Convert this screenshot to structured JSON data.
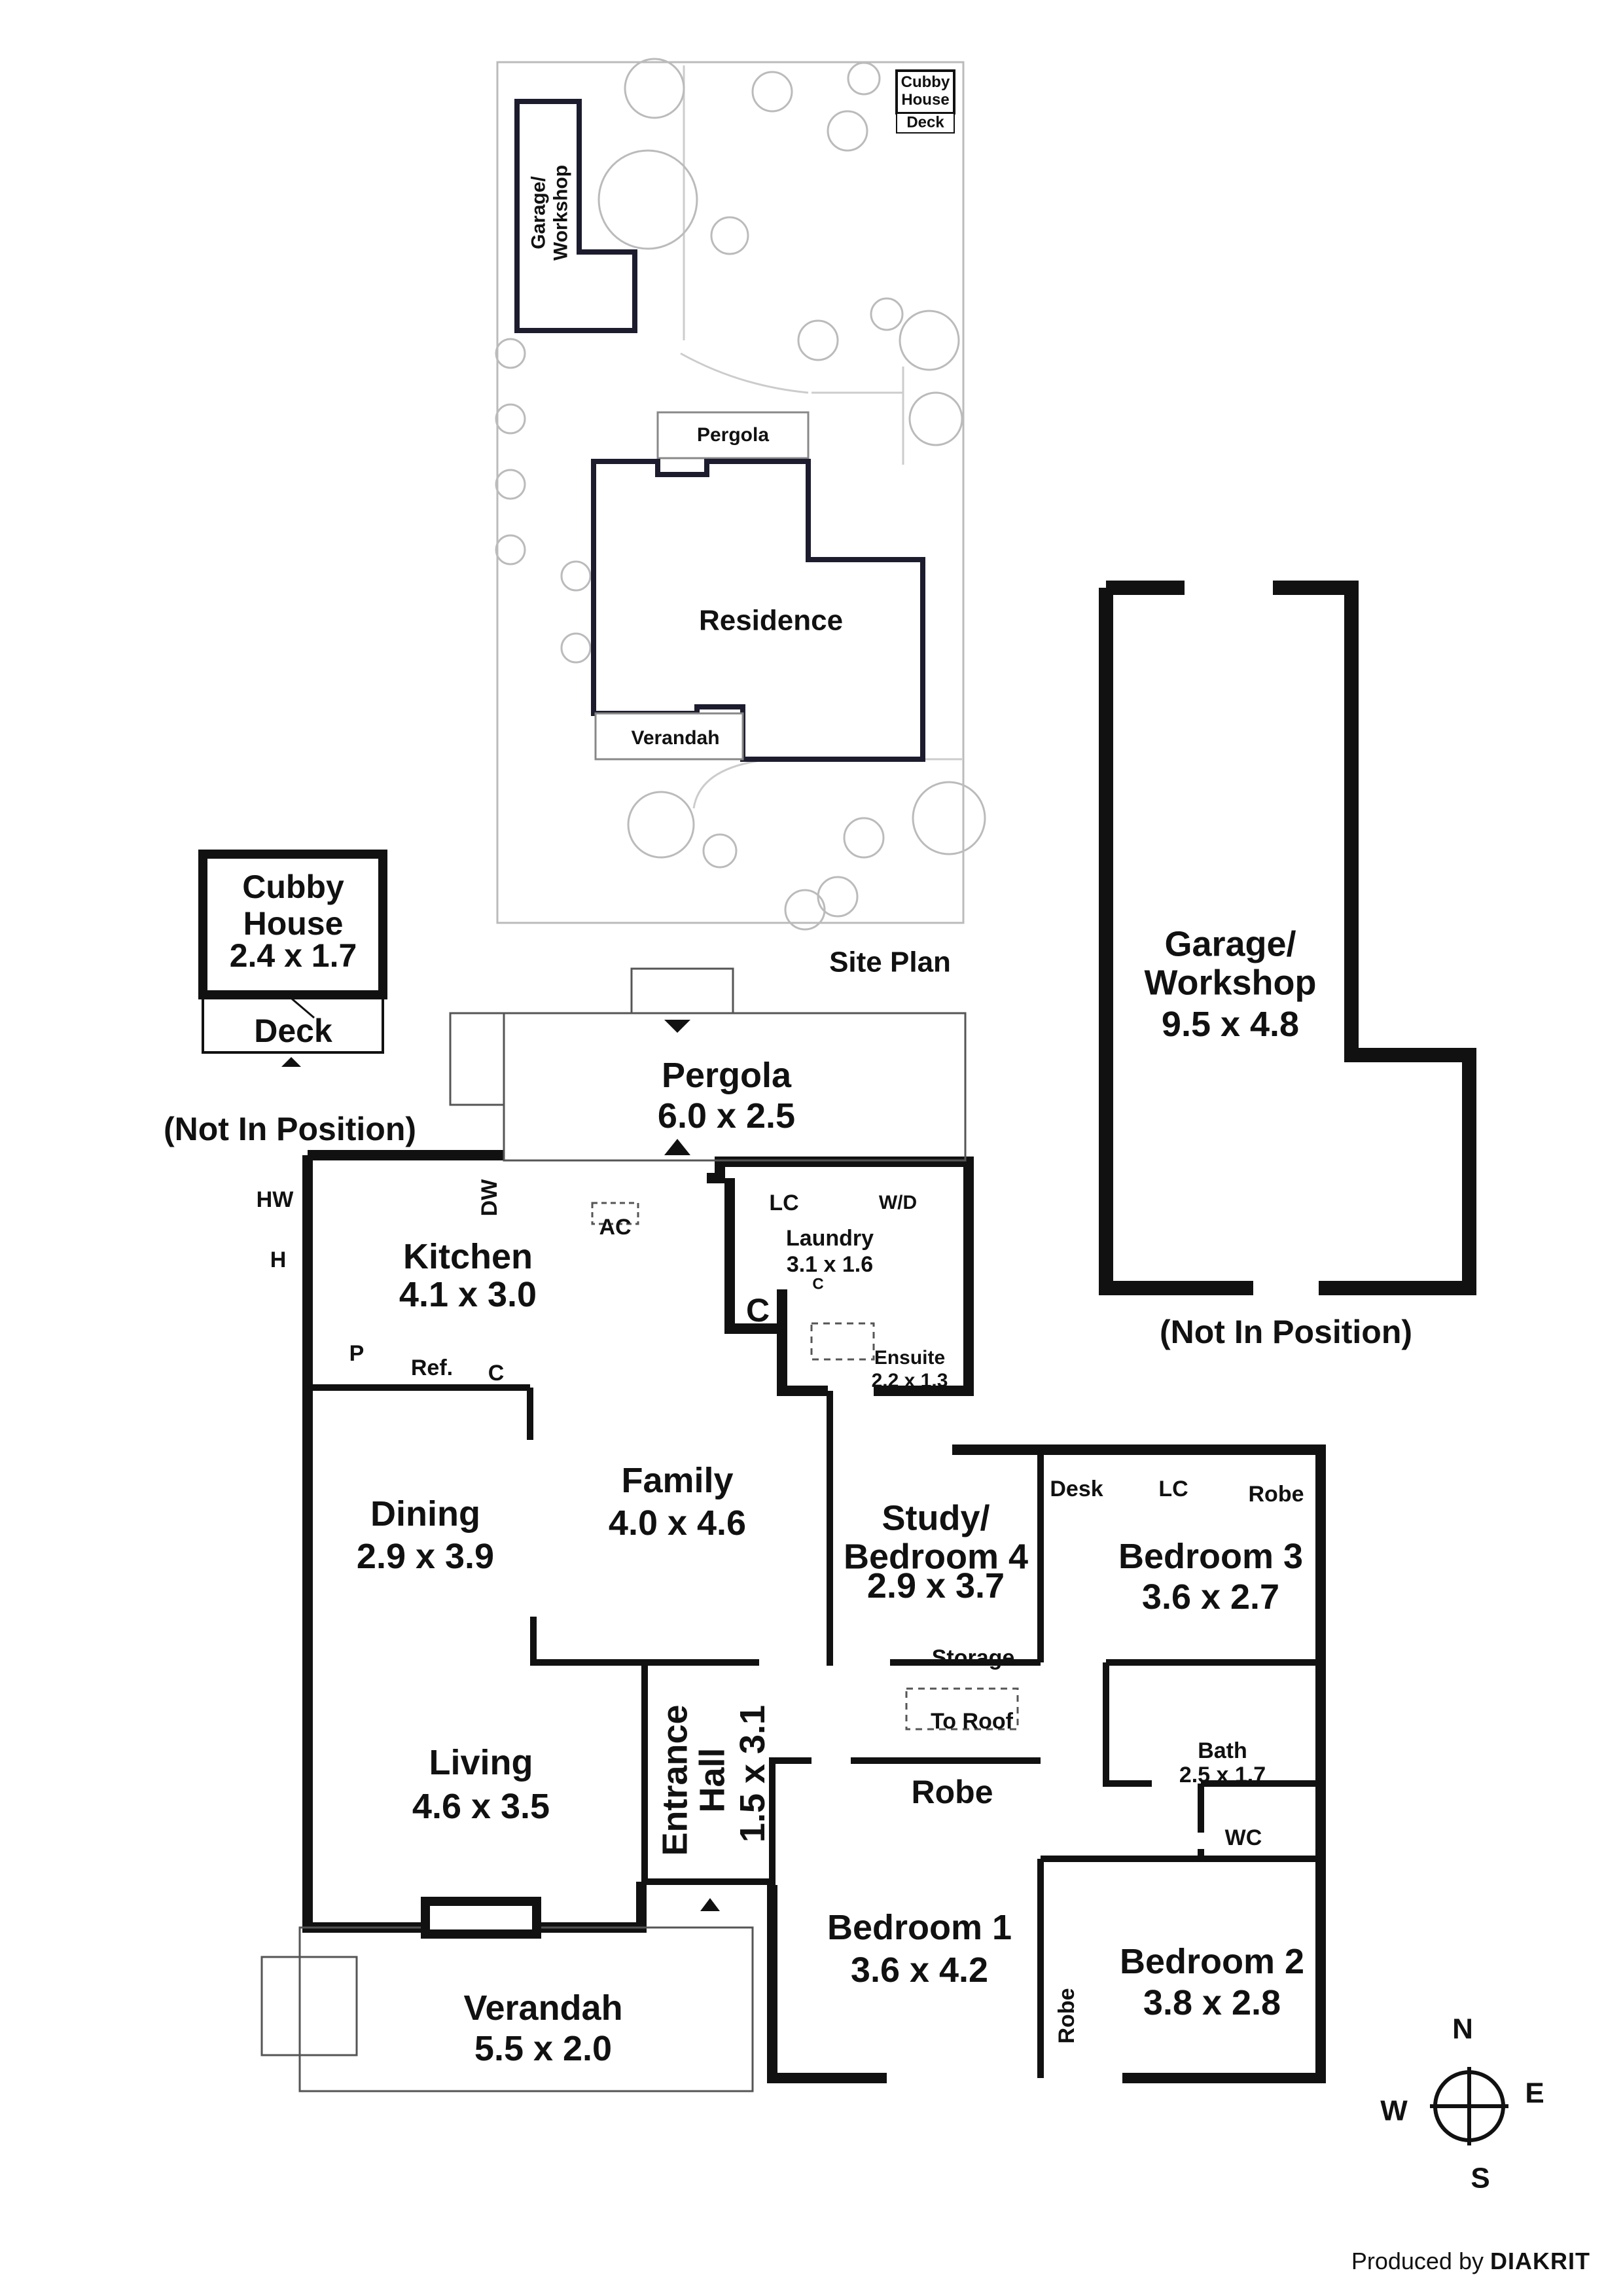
{
  "site_plan": {
    "title": "Site Plan",
    "labels": {
      "garage": "Garage/ Workshop",
      "cubby": "Cubby House",
      "deck": "Deck",
      "pergola": "Pergola",
      "residence": "Residence",
      "verandah": "Verandah"
    }
  },
  "rooms": {
    "cubby": {
      "name": "Cubby House",
      "size": "2.4 x 1.7"
    },
    "deck": {
      "name": "Deck"
    },
    "cubby_note": "(Not In Position)",
    "pergola": {
      "name": "Pergola",
      "size": "6.0 x 2.5"
    },
    "kitchen": {
      "name": "Kitchen",
      "size": "4.1 x 3.0"
    },
    "laundry": {
      "name": "Laundry",
      "size": "3.1 x 1.6"
    },
    "ensuite": {
      "name": "Ensuite",
      "size": "2.2 x 1.3"
    },
    "family": {
      "name": "Family",
      "size": "4.0 x 4.6"
    },
    "dining": {
      "name": "Dining",
      "size": "2.9 x 3.9"
    },
    "study": {
      "name": "Study/ Bedroom 4",
      "size": "2.9 x 3.7"
    },
    "bedroom3": {
      "name": "Bedroom 3",
      "size": "3.6 x 2.7"
    },
    "living": {
      "name": "Living",
      "size": "4.6 x 3.5"
    },
    "entrance": {
      "name": "Entrance Hall",
      "size": "1.5 x 3.1"
    },
    "bedroom1": {
      "name": "Bedroom 1",
      "size": "3.6 x 4.2"
    },
    "bedroom2": {
      "name": "Bedroom 2",
      "size": "3.8 x 2.8"
    },
    "bath": {
      "name": "Bath",
      "size": "2.5 x 1.7"
    },
    "verandah": {
      "name": "Verandah",
      "size": "5.5 x 2.0"
    },
    "garage": {
      "name": "Garage/ Workshop",
      "size": "9.5 x 4.8"
    },
    "garage_note": "(Not In Position)"
  },
  "fixtures": {
    "hw": "HW",
    "h": "H",
    "dw": "DW",
    "ac": "AC",
    "lc": "LC",
    "wd": "W/D",
    "c": "C",
    "p": "P",
    "ref": "Ref.",
    "desk": "Desk",
    "robe": "Robe",
    "storage": "Storage",
    "to_roof": "To Roof",
    "wc": "WC"
  },
  "compass": {
    "n": "N",
    "s": "S",
    "e": "E",
    "w": "W"
  },
  "credit": {
    "prefix": "Produced by",
    "brand": "DIAKRIT"
  }
}
